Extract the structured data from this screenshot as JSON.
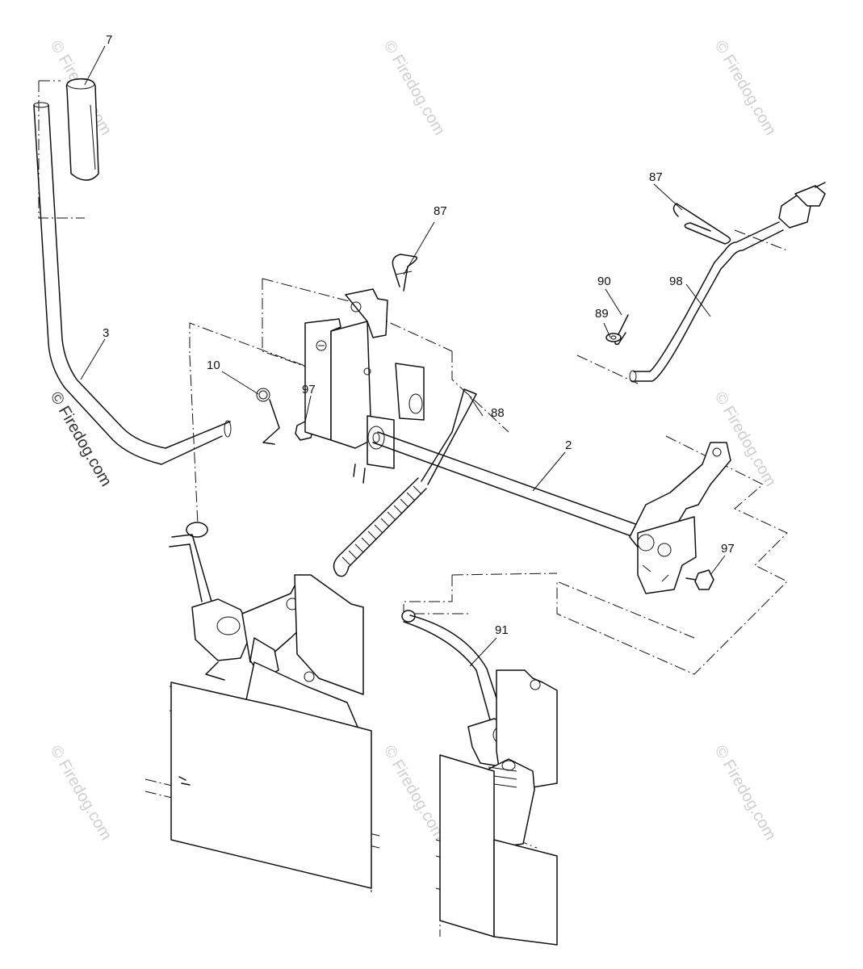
{
  "diagram": {
    "callouts": {
      "c7": "7",
      "c3": "3",
      "c10": "10",
      "c97a": "97",
      "c87a": "87",
      "c88": "88",
      "c87b": "87",
      "c90": "90",
      "c98": "98",
      "c89": "89",
      "c2": "2",
      "c97b": "97",
      "c91": "91"
    },
    "watermark": "© Firedog.com"
  }
}
